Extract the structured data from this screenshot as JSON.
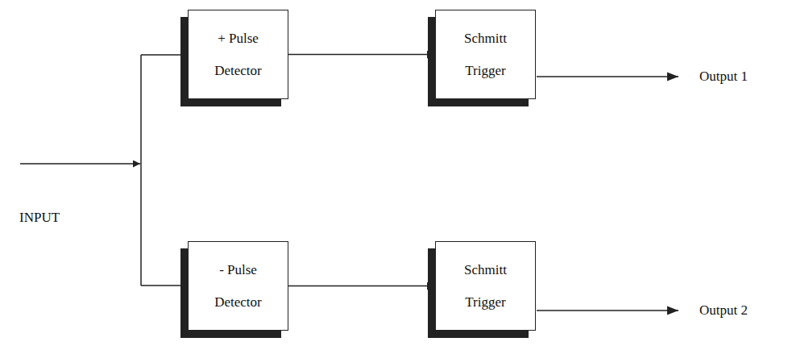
{
  "diagram": {
    "nodes": [
      {
        "text": [
          "+ Pulse Detector"
        ]
      },
      {
        "text": [
          "Schmitt Trigger"
        ]
      },
      {
        "text": [
          "- Pulse Detector"
        ]
      },
      {
        "text": [
          "Schmitt Trigger"
        ]
      }
    ],
    "edges": [
      {
        "from": 0,
        "to": 1,
        "arrow": "to"
      },
      {
        "from": 2,
        "to": 3,
        "arrow": "to"
      }
    ],
    "labels": [
      "INPUT",
      "Output 1",
      "Output 2"
    ]
  }
}
